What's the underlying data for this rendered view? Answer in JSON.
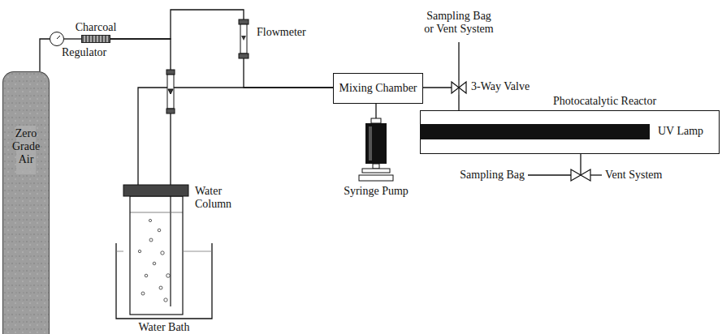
{
  "diagram": {
    "nodes": [
      {
        "text": [
          "Zero Grade Air"
        ]
      },
      {
        "text": [
          "Regulator"
        ]
      },
      {
        "text": [
          "Charcoal"
        ]
      },
      {
        "text": [
          "Flowmeter"
        ]
      },
      {
        "text": [
          "Mixing Chamber"
        ]
      },
      {
        "text": [
          "Water Column"
        ]
      },
      {
        "text": [
          "Water Bath"
        ]
      },
      {
        "text": [
          "Syringe Pump"
        ]
      },
      {
        "text": [
          "3-Way Valve"
        ]
      },
      {
        "text": [
          "Photocatalytic Reactor",
          "UV Lamp"
        ]
      }
    ],
    "edges": [
      {
        "from": 0,
        "to": 1,
        "arrow": "none"
      },
      {
        "from": 1,
        "to": 2,
        "arrow": "none"
      },
      {
        "from": 2,
        "to": 3,
        "arrow": "none"
      },
      {
        "from": 2,
        "to": 5,
        "arrow": "none"
      },
      {
        "from": 3,
        "to": 4,
        "arrow": "none"
      },
      {
        "from": 5,
        "to": 4,
        "arrow": "none"
      },
      {
        "from": 7,
        "to": 4,
        "arrow": "none"
      },
      {
        "from": 4,
        "to": 8,
        "arrow": "none"
      },
      {
        "from": 8,
        "to": 9,
        "arrow": "none"
      }
    ],
    "labels": [
      "Sampling Bag or Vent System",
      "Sampling Bag",
      "Vent System"
    ]
  }
}
